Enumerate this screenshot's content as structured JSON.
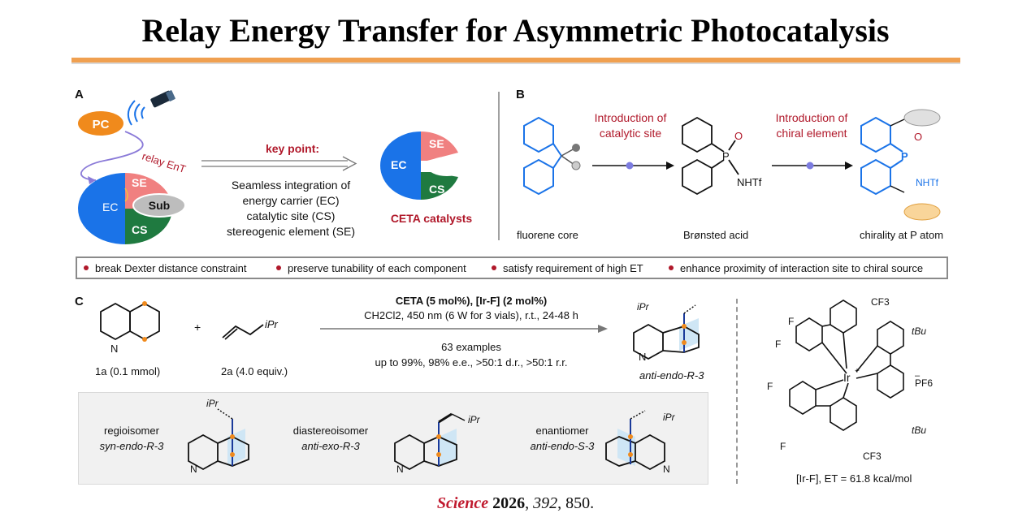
{
  "title": "Relay Energy Transfer for Asymmetric Photocatalysis",
  "panel_a": {
    "label": "A",
    "pc": "PC",
    "relay": "relay EnT",
    "ec": "EC",
    "se": "SE",
    "cs": "CS",
    "sub": "Sub",
    "key_point": "key point:",
    "lines": [
      "Seamless integration of",
      "energy carrier (EC)",
      "catalytic site (CS)",
      "stereogenic element (SE)"
    ],
    "ceta": "CETA catalysts"
  },
  "panel_b": {
    "label": "B",
    "intro1": [
      "Introduction of",
      "catalytic site"
    ],
    "intro2": [
      "Introduction of",
      "chiral element"
    ],
    "fluorene": "fluorene core",
    "bronsted": "Brønsted acid",
    "chirality": "chirality at P atom",
    "p": "P",
    "o": "O",
    "nhtf": "NHTf"
  },
  "bullets": [
    "break Dexter distance constraint",
    "preserve tunability of each component",
    "satisfy requirement of high ET",
    "enhance proximity of interaction site to chiral source"
  ],
  "panel_c": {
    "label": "C",
    "plus": "+",
    "n": "N",
    "ipr": "iPr",
    "sub1": "1a (0.1 mmol)",
    "sub2": "2a (4.0 equiv.)",
    "cond1": "CETA (5 mol%), [Ir-F] (2 mol%)",
    "cond2": "CH2Cl2, 450 nm (6 W for 3 vials), r.t., 24-48 h",
    "cond3": "63 examples",
    "cond4": "up to 99%, 98% e.e., >50:1 d.r., >50:1 r.r.",
    "product": "anti-endo-R-3",
    "isomers": [
      {
        "name": "regioisomer",
        "label": "syn-endo-R-3"
      },
      {
        "name": "diastereoisomer",
        "label": "anti-exo-R-3"
      },
      {
        "name": "enantiomer",
        "label": "anti-endo-S-3"
      }
    ]
  },
  "catalyst": {
    "label": "[Ir-F], ET = 61.8 kcal/mol",
    "cf3": "CF3",
    "tbu": "tBu",
    "f": "F",
    "ir": "Ir",
    "pf6": "PF6"
  },
  "citation": {
    "journal": "Science",
    "year": "2026",
    "volume": "392",
    "page": "850."
  },
  "colors": {
    "accent_orange": "#f0a050",
    "blue": "#1a73e8",
    "red": "#b0182a",
    "pink": "#f08080",
    "green": "#1f7a40"
  }
}
